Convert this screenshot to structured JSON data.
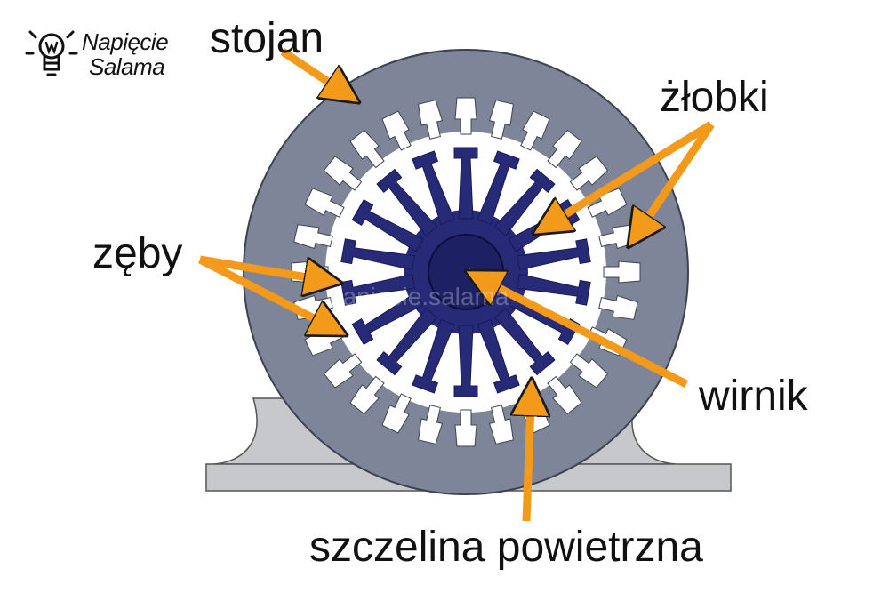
{
  "logo": {
    "line1": "Napięcie",
    "line2": "Salama"
  },
  "labels": {
    "stojan": "stojan",
    "zlobki": "żłobki",
    "zeby": "zęby",
    "wirnik": "wirnik",
    "szczelina": "szczelina powietrzna"
  },
  "watermark": "napiecie.salama",
  "colors": {
    "stator": "#7e8599",
    "rotor": "#272b77",
    "rotor_core": "#1d2163",
    "base": "#c7c8cb",
    "arrow": "#f39a1b",
    "slot": "#ffffff"
  }
}
